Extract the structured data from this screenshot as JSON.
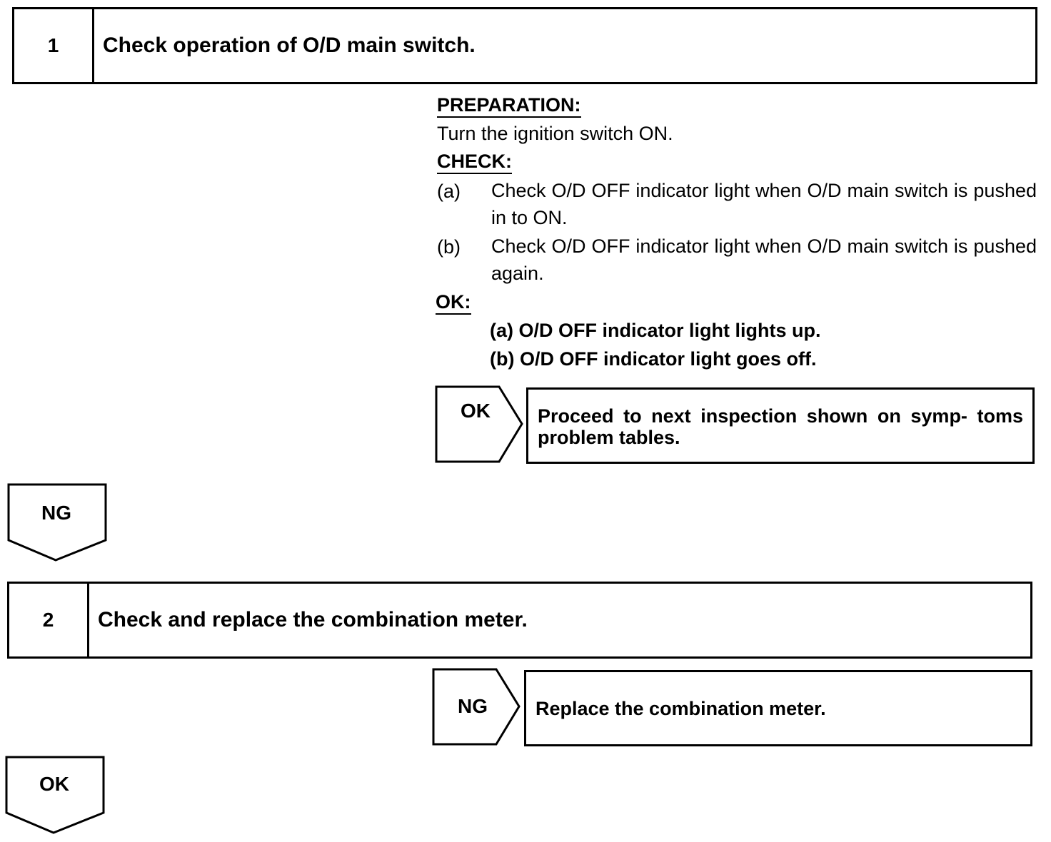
{
  "step1": {
    "number": "1",
    "title": "Check operation of O/D main switch."
  },
  "preparation": {
    "heading": "PREPARATION:",
    "text": "Turn the ignition switch ON."
  },
  "check": {
    "heading": "CHECK:",
    "items": [
      {
        "label": "(a)",
        "text": "Check O/D OFF indicator light when O/D main switch is pushed in to ON."
      },
      {
        "label": "(b)",
        "text": "Check O/D OFF indicator light when O/D main switch is pushed again."
      }
    ]
  },
  "ok_criteria": {
    "heading": "OK:",
    "lines": [
      "(a) O/D OFF indicator light lights up.",
      "(b) O/D OFF indicator light goes off."
    ]
  },
  "ok_result": {
    "tag": "OK",
    "text": "Proceed to next inspection shown on symp- toms problem tables."
  },
  "ng_down": {
    "tag": "NG"
  },
  "step2": {
    "number": "2",
    "title": "Check and replace the combination meter."
  },
  "ng_result": {
    "tag": "NG",
    "text": "Replace the combination meter."
  },
  "ok_down": {
    "tag": "OK"
  }
}
